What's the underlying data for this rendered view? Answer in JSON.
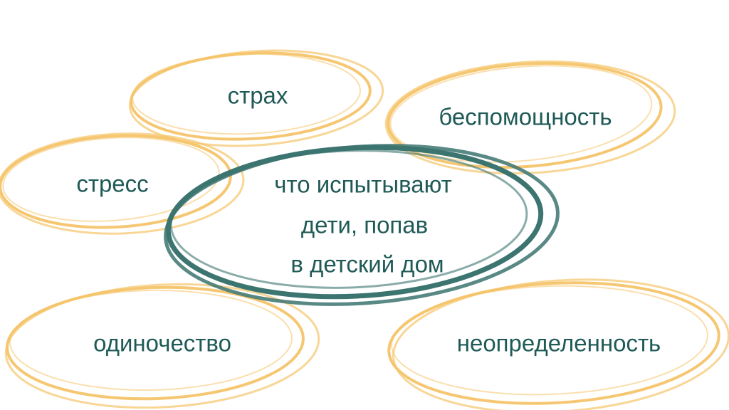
{
  "colors": {
    "outer_stroke": "#f5c46a",
    "center_stroke": "#3c7470",
    "text": "#1f5a57",
    "background": "#ffffff"
  },
  "center": {
    "lines": [
      "что испытывают",
      "дети, попав",
      "в детский дом"
    ]
  },
  "nodes": [
    {
      "id": "strah",
      "label": "страх"
    },
    {
      "id": "bespomoshchnost",
      "label": "беспомощность"
    },
    {
      "id": "stress",
      "label": "стресс"
    },
    {
      "id": "odinochestvo",
      "label": "одиночество"
    },
    {
      "id": "neopredelennost",
      "label": "неопределенность"
    }
  ]
}
